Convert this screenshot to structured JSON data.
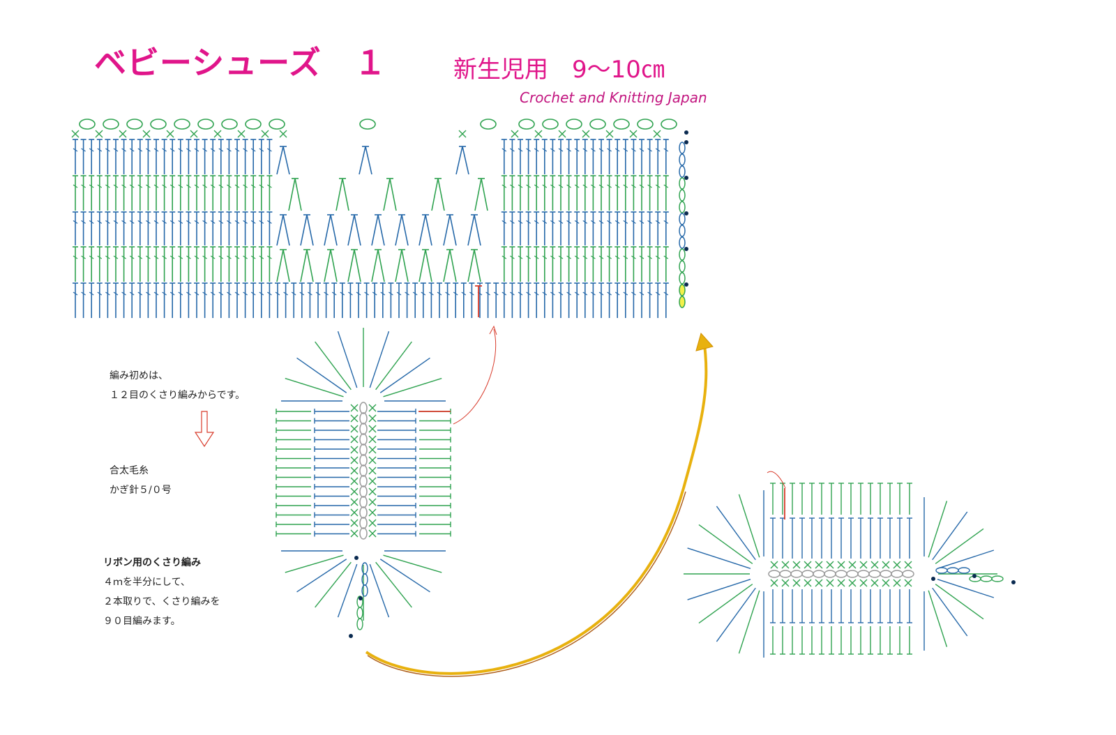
{
  "header": {
    "title": "ベビーシューズ　１",
    "subtitle": "新生児用　9～10㎝",
    "brand": "Crochet and Knitting Japan"
  },
  "instructions": {
    "start_line1": "編み初めは、",
    "start_line2": "１２目のくさり編みからです。",
    "yarn": "合太毛糸",
    "hook": "かぎ針５/０号",
    "ribbon_title": "リボン用のくさり編み",
    "ribbon_line1": "４ｍを半分にして、",
    "ribbon_line2": "２本取りで、くさり編みを",
    "ribbon_line3": "９０目編みます。"
  },
  "colors": {
    "title": "#e0158a",
    "green": "#2ea24f",
    "blue": "#2467a8",
    "red": "#d83a2a",
    "gray": "#9a9a9a",
    "yellow_arrow": "#e8b10e",
    "brown": "#b0621f",
    "dark_marker": "#0a2a50"
  },
  "icons": {
    "down_arrow": "down-arrow-icon",
    "curved_arrow": "curved-arrow-icon"
  }
}
